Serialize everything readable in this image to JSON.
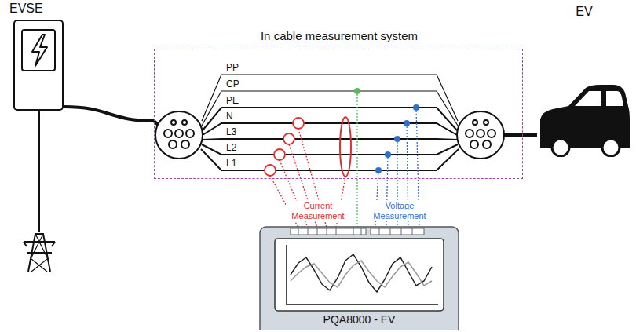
{
  "diagram": {
    "nodes": [
      {
        "text": [
          "EVSE"
        ]
      },
      {
        "text": [
          "In cable measurement system"
        ]
      },
      {
        "text": [
          "EV"
        ]
      },
      {
        "text": [
          "PQA8000 - EV"
        ]
      }
    ],
    "edges": [
      {
        "from": 0,
        "to": 1,
        "arrow": "none"
      },
      {
        "from": 1,
        "to": 2,
        "arrow": "none"
      }
    ],
    "labels": [
      "PP",
      "CP",
      "PE",
      "N",
      "L3",
      "L2",
      "L1",
      "Current Measurement",
      "Voltage Measurement"
    ]
  }
}
